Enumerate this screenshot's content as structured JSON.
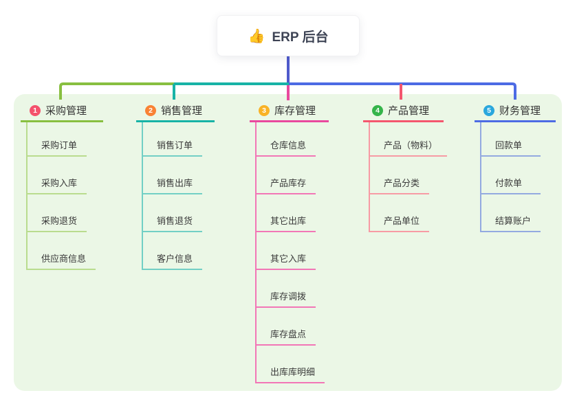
{
  "root": {
    "label": "ERP 后台",
    "icon": "thumbs-up-icon",
    "emoji": "👍"
  },
  "connector": {
    "stem_color": "#4f5acc"
  },
  "branches": [
    {
      "badge": "1",
      "badge_color": "#f4516c",
      "label": "采购管理",
      "line_color": "#88bf40",
      "child_line_color": "#b9dc8e",
      "children": [
        "采购订单",
        "采购入库",
        "采购退货",
        "供应商信息"
      ]
    },
    {
      "badge": "2",
      "badge_color": "#f98234",
      "label": "销售管理",
      "line_color": "#17b3a6",
      "child_line_color": "#72cfc5",
      "children": [
        "销售订单",
        "销售出库",
        "销售退货",
        "客户信息"
      ]
    },
    {
      "badge": "3",
      "badge_color": "#f9b226",
      "label": "库存管理",
      "line_color": "#e9489e",
      "child_line_color": "#f276b6",
      "children": [
        "仓库信息",
        "产品库存",
        "其它出库",
        "其它入库",
        "库存调拨",
        "库存盘点",
        "出库库明细"
      ]
    },
    {
      "badge": "4",
      "badge_color": "#35b44a",
      "label": "产品管理",
      "line_color": "#f4566e",
      "child_line_color": "#f79aa4",
      "children": [
        "产品（物料）",
        "产品分类",
        "产品单位"
      ]
    },
    {
      "badge": "5",
      "badge_color": "#2aa7dd",
      "label": "财务管理",
      "line_color": "#4d6be4",
      "child_line_color": "#93a9e0",
      "children": [
        "回款单",
        "付款单",
        "结算账户"
      ]
    }
  ]
}
